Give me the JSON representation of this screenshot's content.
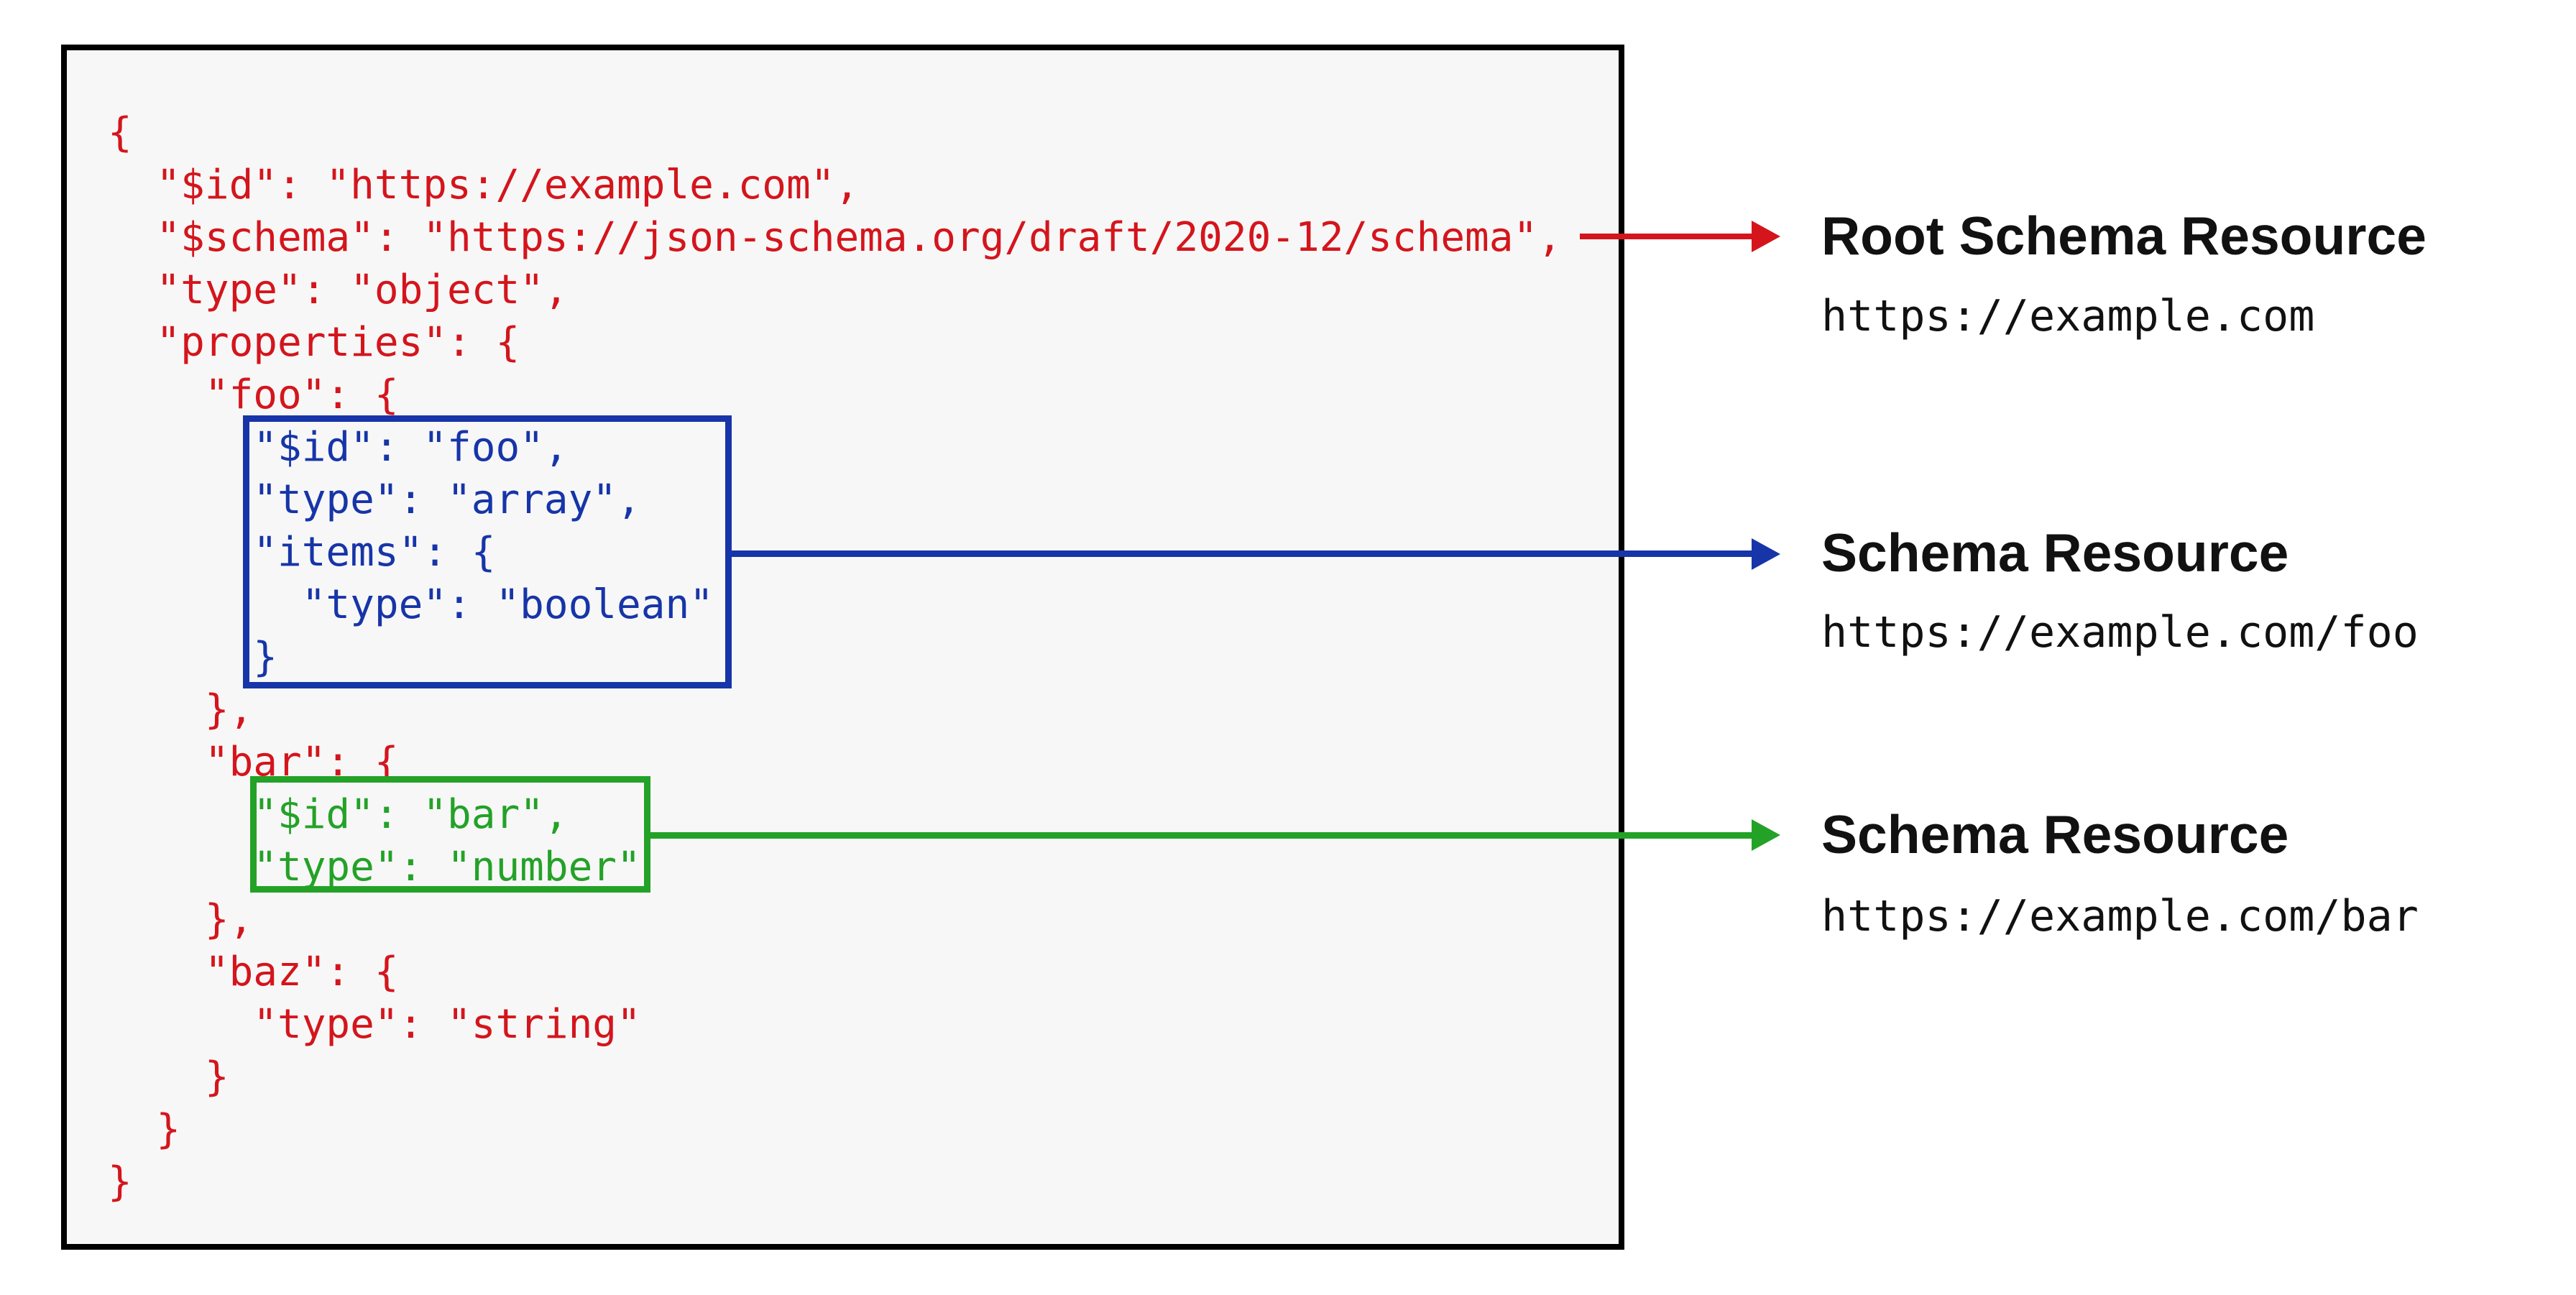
{
  "colors": {
    "red": "#d4151c",
    "blue": "#1735a8",
    "green": "#23a227",
    "ink": "#000000",
    "panel-bg": "#f7f7f7",
    "label-ink": "#111111",
    "page-bg": "#ffffff"
  },
  "code": {
    "lines": [
      {
        "text": "{",
        "color": "red"
      },
      {
        "text": "  \"$id\": \"https://example.com\",",
        "color": "red"
      },
      {
        "text": "  \"$schema\": \"https://json-schema.org/draft/2020-12/schema\",",
        "color": "red"
      },
      {
        "text": "  \"type\": \"object\",",
        "color": "red"
      },
      {
        "text": "  \"properties\": {",
        "color": "red"
      },
      {
        "text": "    \"foo\": {",
        "color": "red"
      },
      {
        "text": "      \"$id\": \"foo\",",
        "color": "blue"
      },
      {
        "text": "      \"type\": \"array\",",
        "color": "blue"
      },
      {
        "text": "      \"items\": {",
        "color": "blue"
      },
      {
        "text": "        \"type\": \"boolean\"",
        "color": "blue"
      },
      {
        "text": "      }",
        "color": "blue"
      },
      {
        "text": "    },",
        "color": "red"
      },
      {
        "text": "    \"bar\": {",
        "color": "red"
      },
      {
        "text": "      \"$id\": \"bar\",",
        "color": "green"
      },
      {
        "text": "      \"type\": \"number\"",
        "color": "green"
      },
      {
        "text": "    },",
        "color": "red"
      },
      {
        "text": "    \"baz\": {",
        "color": "red"
      },
      {
        "text": "      \"type\": \"string\"",
        "color": "red"
      },
      {
        "text": "    }",
        "color": "red"
      },
      {
        "text": "  }",
        "color": "red"
      },
      {
        "text": "}",
        "color": "red"
      }
    ]
  },
  "annotations": {
    "root": {
      "title": "Root Schema Resource",
      "url": "https://example.com",
      "arrow_color": "#d4151c"
    },
    "foo": {
      "title": "Schema Resource",
      "url": "https://example.com/foo",
      "arrow_color": "#1735a8"
    },
    "bar": {
      "title": "Schema Resource",
      "url": "https://example.com/bar",
      "arrow_color": "#23a227"
    }
  }
}
